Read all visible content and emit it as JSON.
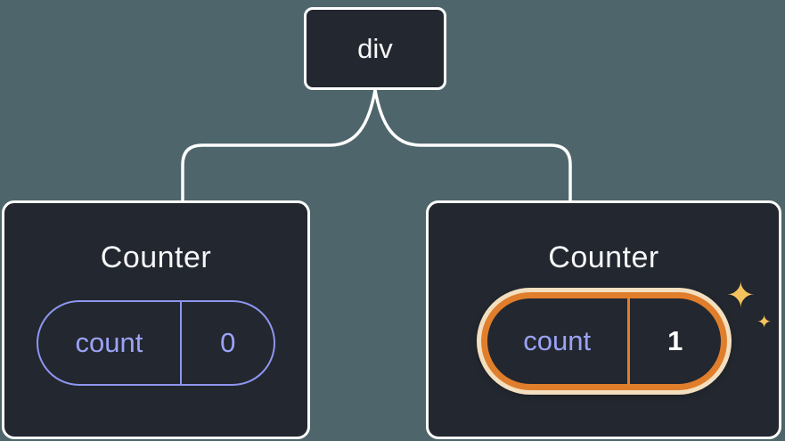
{
  "diagram": {
    "root_node": {
      "label": "div"
    },
    "children": [
      {
        "title": "Counter",
        "state_label": "count",
        "state_value": "0",
        "highlighted": false
      },
      {
        "title": "Counter",
        "state_label": "count",
        "state_value": "1",
        "highlighted": true
      }
    ],
    "sparkle_icon": "✦",
    "colors": {
      "background": "#4E666B",
      "node_background": "#23272F",
      "node_border": "#FFFFFF",
      "state_accent": "#8E96F0",
      "highlight_orange": "#E07E2C",
      "highlight_cream": "#F3DFBF",
      "sparkle_gold": "#F5C25E"
    }
  }
}
